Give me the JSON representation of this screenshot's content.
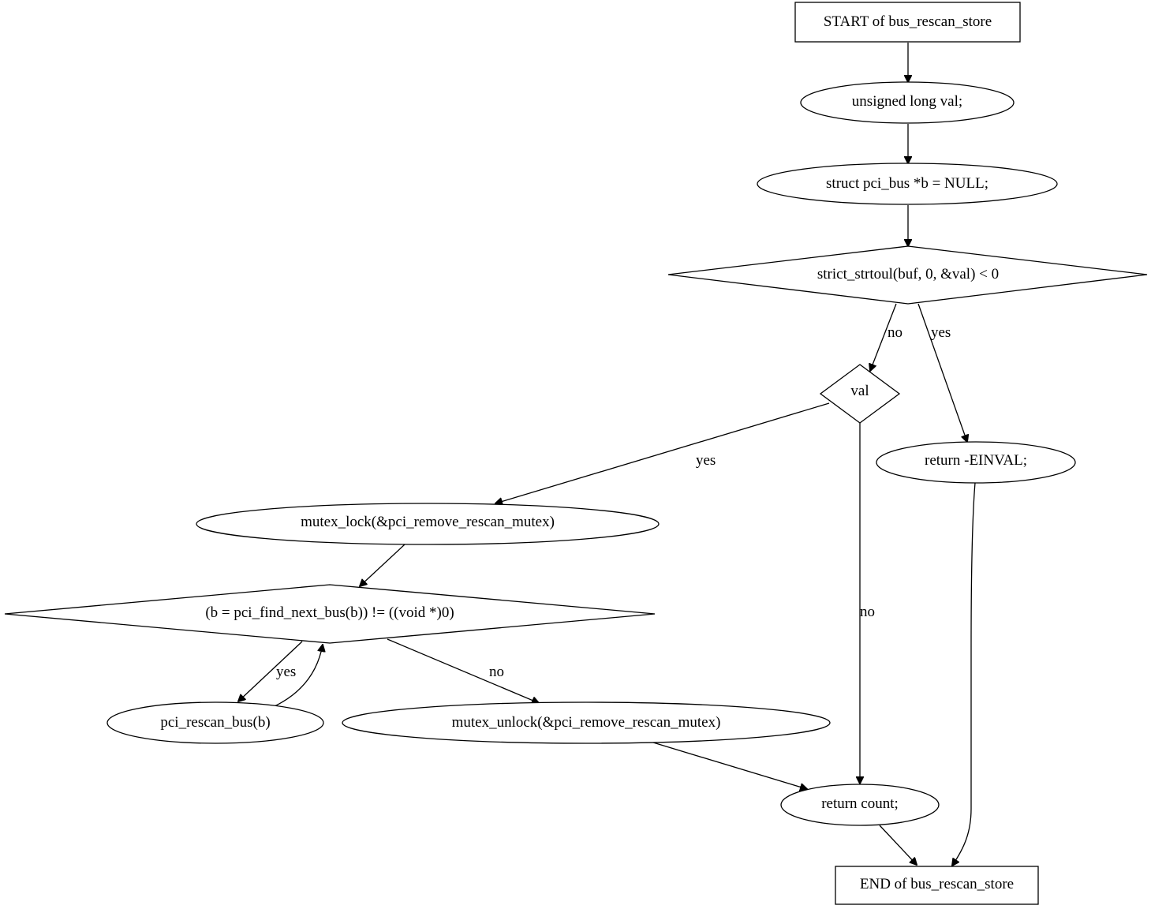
{
  "colors": {
    "highlight_lock": "#add8e6",
    "highlight_unlock": "#ffff00",
    "stroke": "#000000",
    "background": "#ffffff"
  },
  "nodes": {
    "start": {
      "label": "START of bus_rescan_store",
      "shape": "box"
    },
    "decl_val": {
      "label": "unsigned long val;",
      "shape": "ellipse"
    },
    "decl_b": {
      "label": "struct pci_bus *b = NULL;",
      "shape": "ellipse"
    },
    "cond_strtoul": {
      "label": "strict_strtoul(buf, 0, &val) < 0",
      "shape": "diamond"
    },
    "cond_val": {
      "label": "val",
      "shape": "diamond"
    },
    "return_einval": {
      "label": "return -EINVAL;",
      "shape": "ellipse"
    },
    "mutex_lock": {
      "label": "mutex_lock(&pci_remove_rescan_mutex)",
      "shape": "ellipse"
    },
    "cond_find_bus": {
      "label": "(b = pci_find_next_bus(b)) != ((void *)0)",
      "shape": "diamond"
    },
    "rescan_bus": {
      "label": "pci_rescan_bus(b)",
      "shape": "ellipse"
    },
    "mutex_unlock": {
      "label": "mutex_unlock(&pci_remove_rescan_mutex)",
      "shape": "ellipse"
    },
    "return_count": {
      "label": "return count;",
      "shape": "ellipse"
    },
    "end": {
      "label": "END of bus_rescan_store",
      "shape": "box"
    }
  },
  "edges": {
    "strtoul_no": {
      "from": "cond_strtoul",
      "to": "cond_val",
      "label": "no"
    },
    "strtoul_yes": {
      "from": "cond_strtoul",
      "to": "return_einval",
      "label": "yes"
    },
    "val_yes": {
      "from": "cond_val",
      "to": "mutex_lock",
      "label": "yes"
    },
    "val_no": {
      "from": "cond_val",
      "to": "return_count",
      "label": "no"
    },
    "find_yes": {
      "from": "cond_find_bus",
      "to": "rescan_bus",
      "label": "yes"
    },
    "find_no": {
      "from": "cond_find_bus",
      "to": "mutex_unlock",
      "label": "no"
    }
  }
}
